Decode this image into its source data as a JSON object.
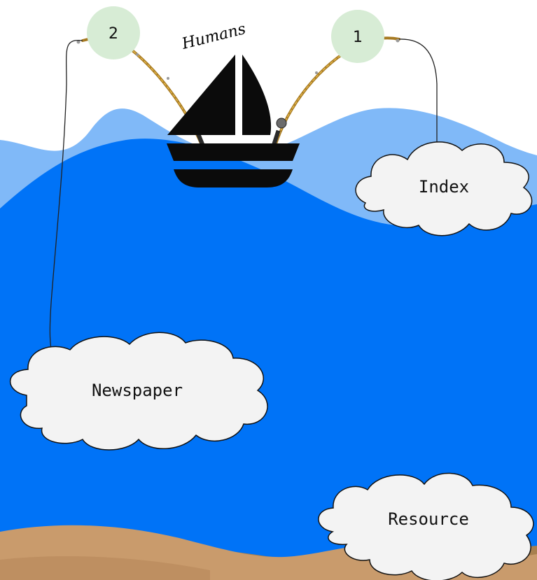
{
  "labels": {
    "humans": "Humans",
    "badge_left": "2",
    "badge_right": "1"
  },
  "clouds": {
    "index": "Index",
    "newspaper": "Newspaper",
    "resource": "Resource"
  },
  "colors": {
    "sky": "#ffffff",
    "wave_back": "#80b9f8",
    "sea": "#0073f7",
    "sand_front": "#c99b6c",
    "sand_back": "#a8804f",
    "badge_fill": "#d7ecd5",
    "boat": "#0b0b0b",
    "rod": "#b78a32",
    "cloud_fill": "#f3f3f3"
  }
}
